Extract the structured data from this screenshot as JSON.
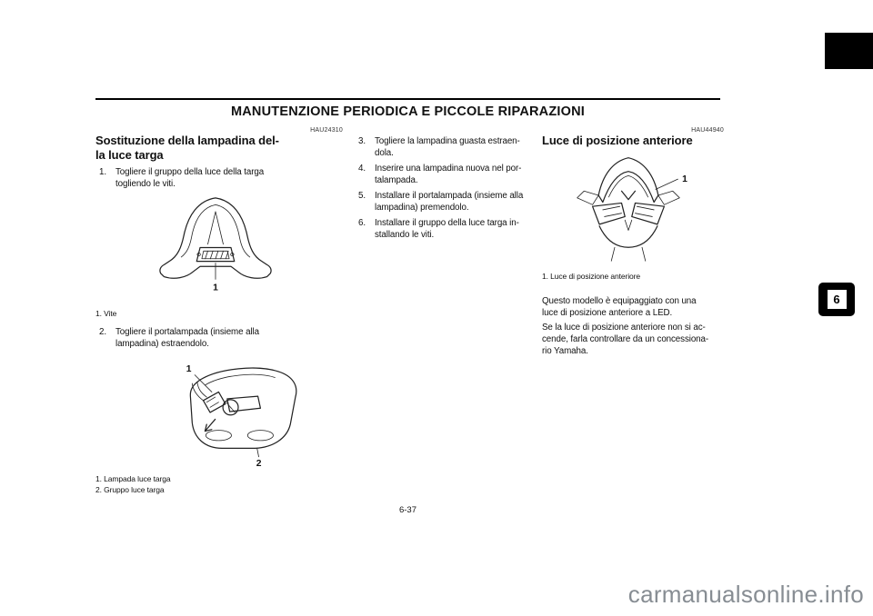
{
  "header": {
    "title": "MANUTENZIONE PERIODICA E PICCOLE RIPARAZIONI"
  },
  "left": {
    "code": "HAU24310",
    "heading": "Sostituzione della lampadina del-\nla luce targa",
    "steps": [
      {
        "num": "1.",
        "text": "Togliere il gruppo della luce della targa\ntogliendo le viti."
      },
      {
        "num": "2.",
        "text": "Togliere il portalampada (insieme alla\nlampadina) estraendolo."
      }
    ],
    "figure1": {
      "callout1": "1",
      "caption1": "1. Vite"
    },
    "figure2": {
      "callout1": "1",
      "callout2": "2",
      "caption1": "1. Lampada luce targa",
      "caption2": "2. Gruppo luce targa"
    }
  },
  "middle": {
    "steps": [
      {
        "num": "3.",
        "text": "Togliere la lampadina guasta estraen-\ndola."
      },
      {
        "num": "4.",
        "text": "Inserire una lampadina nuova nel por-\ntalampada."
      },
      {
        "num": "5.",
        "text": "Installare il portalampada (insieme alla\nlampadina) premendolo."
      },
      {
        "num": "6.",
        "text": "Installare il gruppo della luce targa in-\nstallando le viti."
      }
    ]
  },
  "right": {
    "code": "HAU44940",
    "heading": "Luce di posizione anteriore",
    "figure3": {
      "callout1": "1",
      "caption1": "1. Luce di posizione anteriore"
    },
    "para1": "Questo modello è equipaggiato con una\nluce di posizione anteriore a LED.",
    "para2": "Se la luce di posizione anteriore non si ac-\ncende, farla controllare da un concessiona-\nrio Yamaha."
  },
  "footer": {
    "page_number": "6-37"
  },
  "side": {
    "tab_number": "6"
  },
  "watermark": "carmanualsonline.info"
}
